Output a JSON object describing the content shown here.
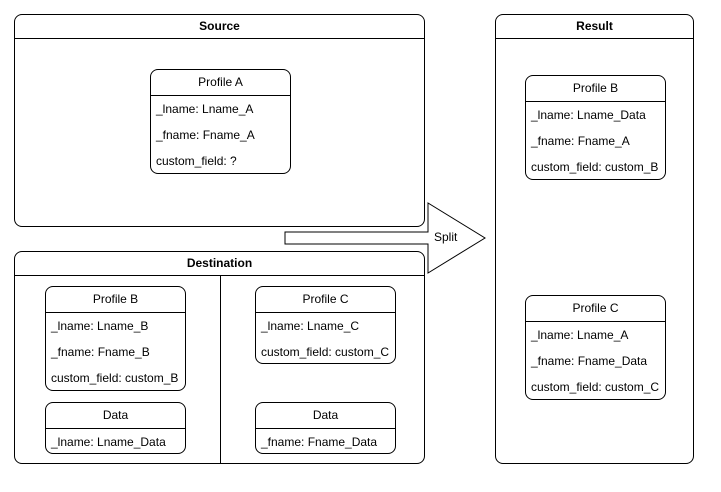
{
  "source": {
    "title": "Source",
    "profile_a": {
      "title": "Profile A",
      "fields": [
        "_lname: Lname_A",
        "_fname: Fname_A",
        "custom_field: ?"
      ]
    }
  },
  "destination": {
    "title": "Destination",
    "profile_b": {
      "title": "Profile B",
      "fields": [
        "_lname: Lname_B",
        "_fname: Fname_B",
        "custom_field: custom_B"
      ]
    },
    "data_left": {
      "title": "Data",
      "fields": [
        "_lname: Lname_Data"
      ]
    },
    "profile_c": {
      "title": "Profile C",
      "fields": [
        "_lname: Lname_C",
        "custom_field: custom_C"
      ]
    },
    "data_right": {
      "title": "Data",
      "fields": [
        "_fname: Fname_Data"
      ]
    }
  },
  "arrow": {
    "label": "Split"
  },
  "result": {
    "title": "Result",
    "profile_b": {
      "title": "Profile B",
      "fields": [
        "_lname: Lname_Data",
        "_fname: Fname_A",
        "custom_field: custom_B"
      ]
    },
    "profile_c": {
      "title": "Profile C",
      "fields": [
        "_lname: Lname_A",
        "_fname: Fname_Data",
        "custom_field: custom_C"
      ]
    }
  }
}
